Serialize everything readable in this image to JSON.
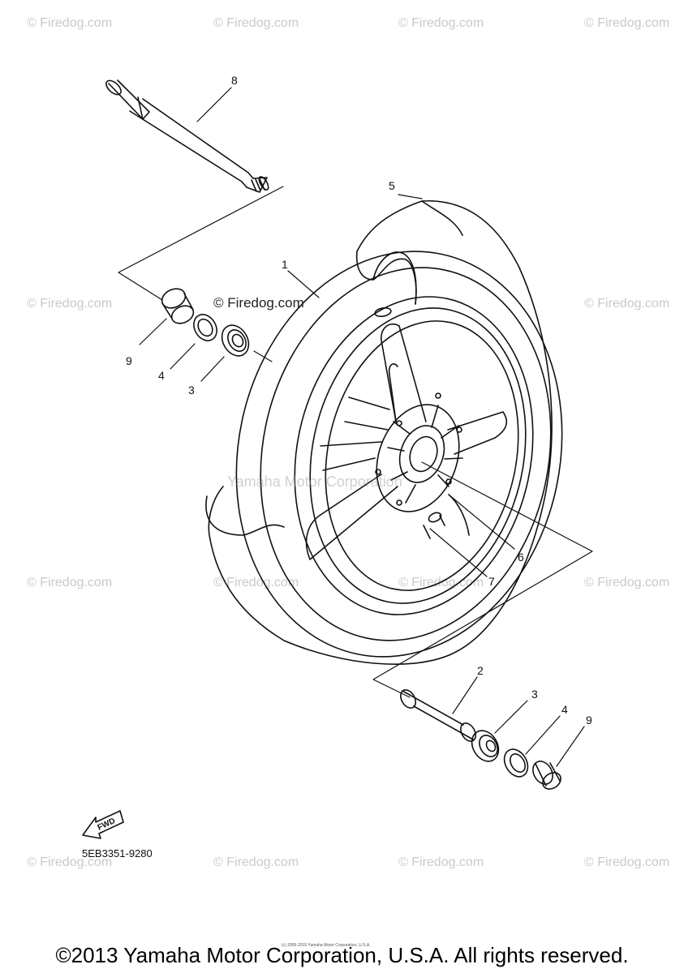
{
  "watermark_text": "© Firedog.com",
  "watermarks": [
    "© Firedog.com",
    "© Firedog.com",
    "© Firedog.com",
    "© Firedog.com",
    "© Firedog.com",
    "© Firedog.com",
    "© Firedog.com",
    "© Firedog.com",
    "© Firedog.com",
    "© Firedog.com",
    "© Firedog.com",
    "© Firedog.com",
    "© Firedog.com",
    "© Firedog.com"
  ],
  "firedog_label": "© Firedog.com",
  "center_watermark": "Yamaha Motor Corporation",
  "part_code": "5EB3351-9280",
  "fwd_label": "FWD",
  "callouts": [
    "8",
    "5",
    "1",
    "9",
    "4",
    "3",
    "6",
    "7",
    "2",
    "3",
    "4",
    "9"
  ],
  "tiny_copyright": "(c) 2005-2015 Yamaha Motor Corporation, U.S.A.",
  "footer": "©2013 Yamaha Motor Corporation, U.S.A. All rights reserved.",
  "colors": {
    "line": "#111111",
    "watermark": "#c9c9c9"
  }
}
